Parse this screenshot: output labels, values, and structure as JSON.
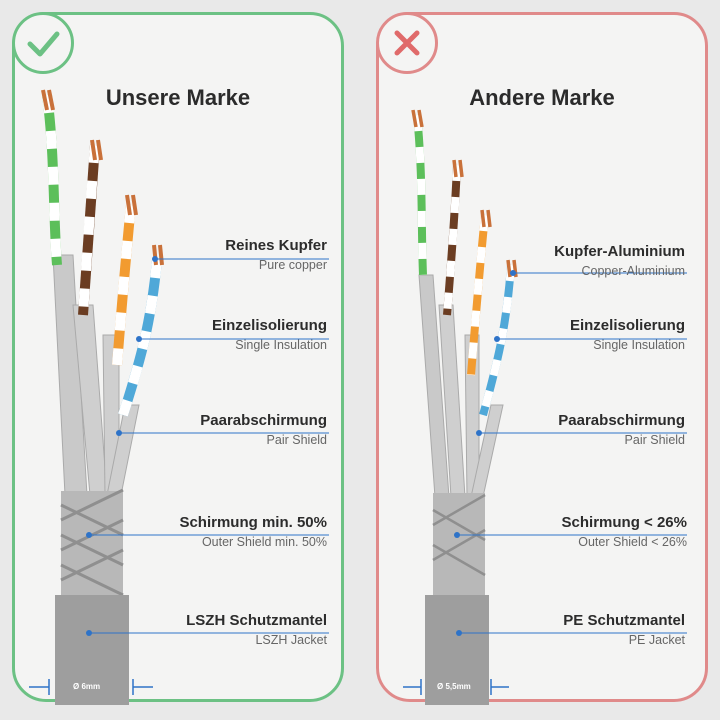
{
  "left": {
    "title": "Unsere Marke",
    "badge_icon": "check-icon",
    "accent": "#6cc184",
    "diameter": "Ø 6mm",
    "features": [
      {
        "de": "Reines Kupfer",
        "en": "Pure copper"
      },
      {
        "de": "Einzelisolierung",
        "en": "Single Insulation"
      },
      {
        "de": "Paarabschirmung",
        "en": "Pair Shield"
      },
      {
        "de": "Schirmung min. 50%",
        "en": "Outer Shield min. 50%"
      },
      {
        "de": "LSZH Schutzmantel",
        "en": "LSZH Jacket"
      }
    ]
  },
  "right": {
    "title": "Andere Marke",
    "badge_icon": "cross-icon",
    "accent": "#e08a8a",
    "diameter": "Ø 5,5mm",
    "features": [
      {
        "de": "Kupfer-Aluminium",
        "en": "Copper-Aluminium"
      },
      {
        "de": "Einzelisolierung",
        "en": "Single Insulation"
      },
      {
        "de": "Paarabschirmung",
        "en": "Pair Shield"
      },
      {
        "de": "Schirmung < 26%",
        "en": "Outer Shield < 26%"
      },
      {
        "de": "PE Schutzmantel",
        "en": "PE Jacket"
      }
    ]
  }
}
